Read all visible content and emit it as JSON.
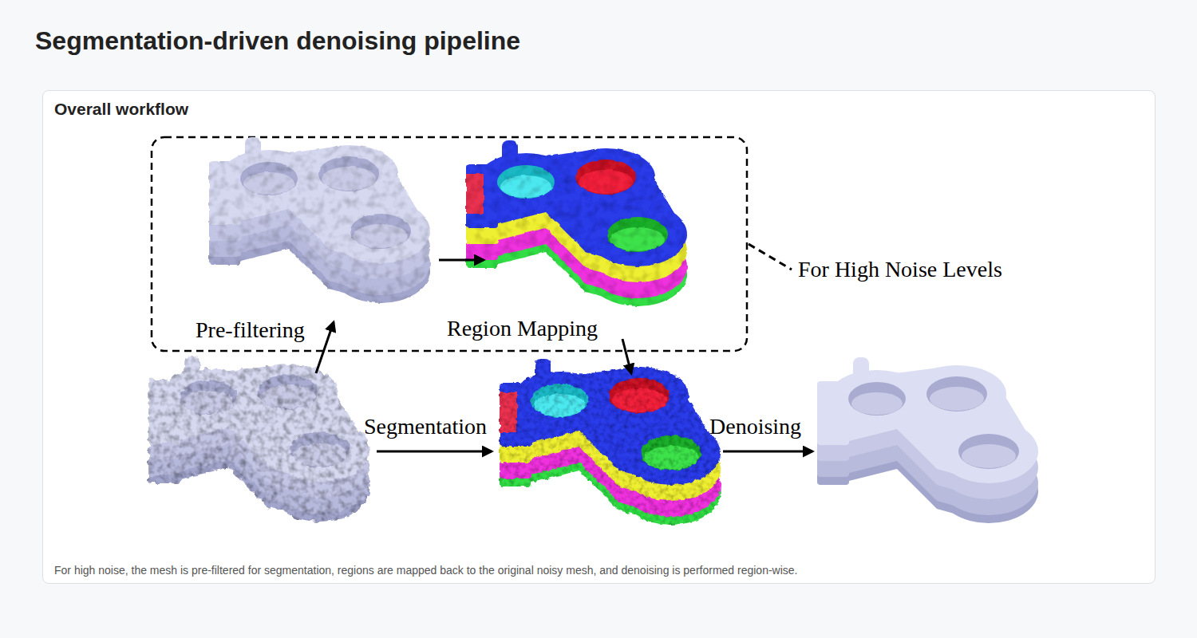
{
  "diagram": {
    "title": "Segmentation-driven denoising pipeline",
    "caption": "For high noise, the mesh is pre-filtered for segmentation, regions are mapped back to the original noisy mesh, and denoising is performed region-wise.",
    "nodes": [
      {
        "text": [
          "Overall workflow"
        ]
      }
    ],
    "labels": [
      "Pre-filtering",
      "Region Mapping",
      "For High Noise Levels",
      "Segmentation",
      "Denoising"
    ]
  }
}
